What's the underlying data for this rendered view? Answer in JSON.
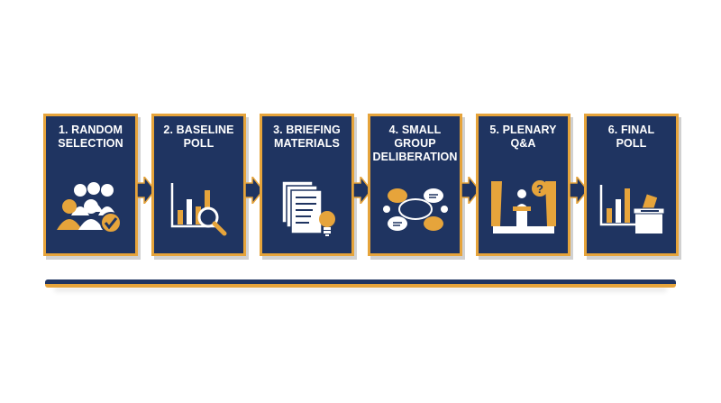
{
  "colors": {
    "navy": "#1f3461",
    "gold": "#e6a43b",
    "white": "#ffffff",
    "background": "#ffffff"
  },
  "steps": [
    {
      "label": "1. RANDOM\nSELECTION",
      "icon": "group-people-check-icon"
    },
    {
      "label": "2. BASELINE\nPOLL",
      "icon": "bar-chart-magnifier-icon"
    },
    {
      "label": "3. BRIEFING\nMATERIALS",
      "icon": "documents-lightbulb-icon"
    },
    {
      "label": "4. SMALL\nGROUP\nDELIBERATION",
      "icon": "speech-bubbles-network-icon"
    },
    {
      "label": "5. PLENARY\nQ&A",
      "icon": "podium-speaker-question-icon"
    },
    {
      "label": "6. FINAL\nPOLL",
      "icon": "bar-chart-ballot-box-icon"
    }
  ]
}
